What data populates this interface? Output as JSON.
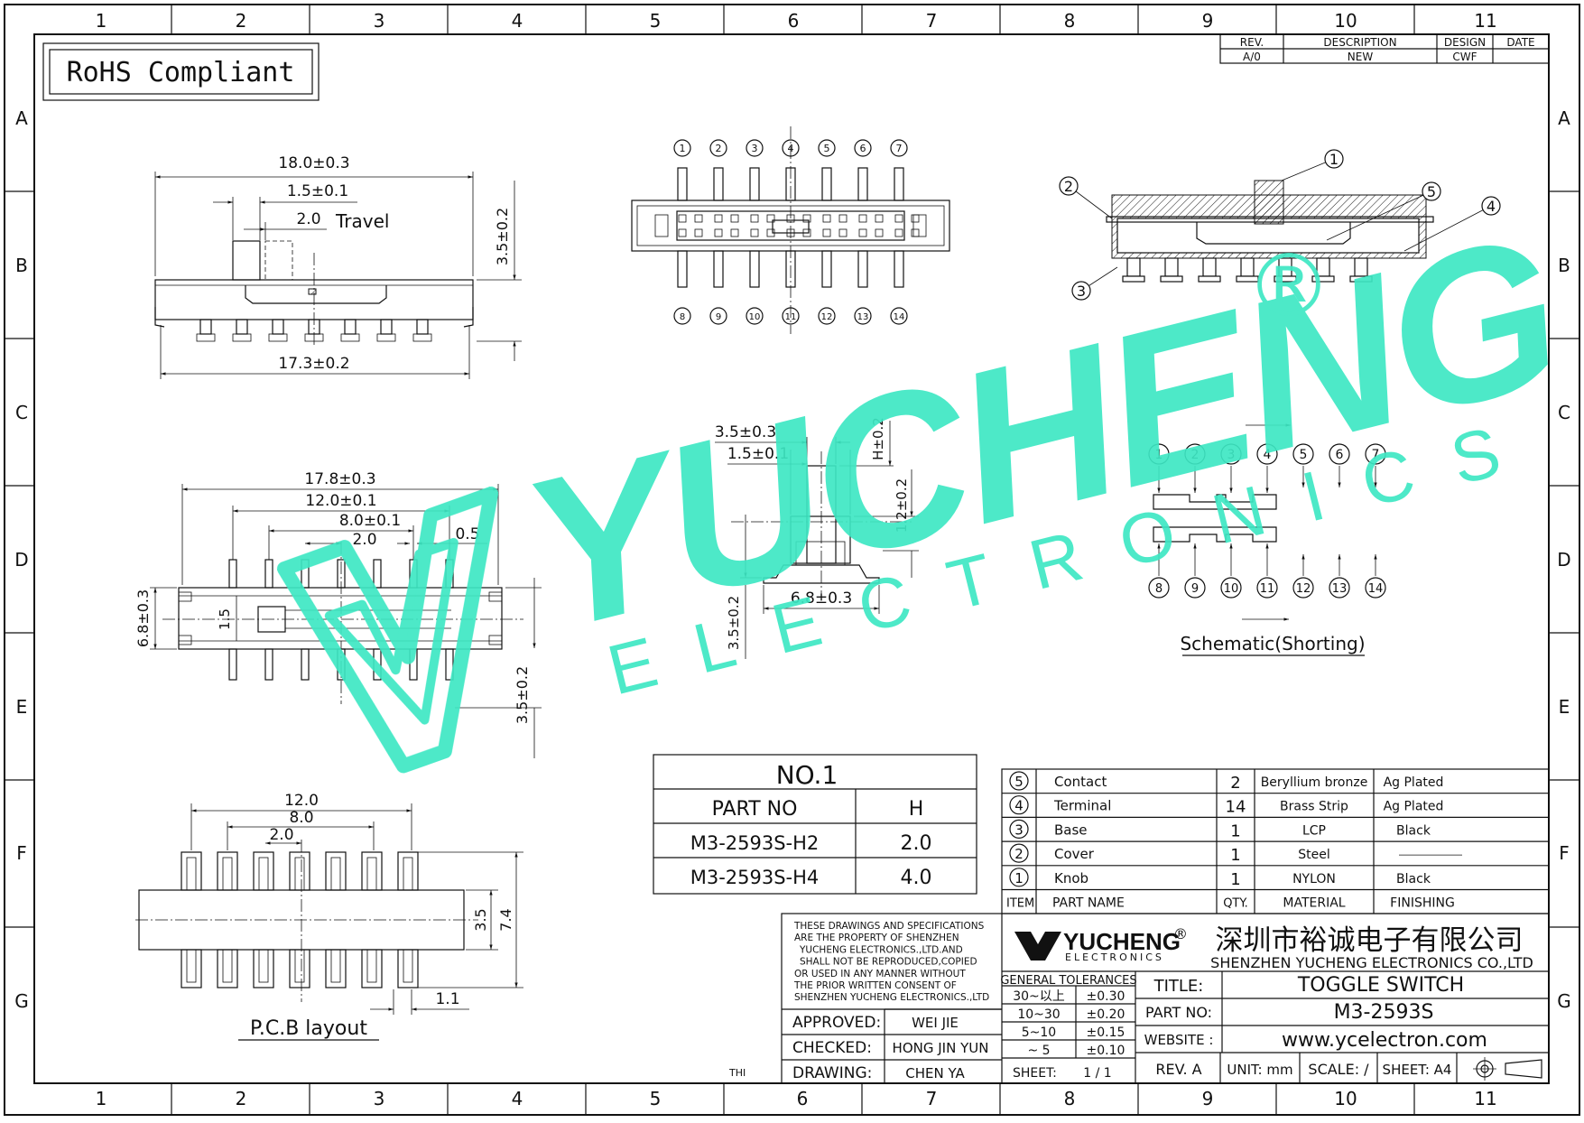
{
  "rohs": "RoHS Compliant",
  "grid": {
    "cols": [
      "1",
      "2",
      "3",
      "4",
      "5",
      "6",
      "7",
      "8",
      "9",
      "10",
      "11"
    ],
    "rows": [
      "A",
      "B",
      "C",
      "D",
      "E",
      "F",
      "G"
    ]
  },
  "revision": {
    "headers": [
      "REV.",
      "DESCRIPTION",
      "DESIGN",
      "DATE"
    ],
    "row": [
      "A/0",
      "NEW",
      "CWF",
      ""
    ]
  },
  "watermark": {
    "brand": "YUCHENG",
    "sub": "ELECTRONICS",
    "reg": "®"
  },
  "side_view": {
    "overall": "18.0±0.3",
    "knob": "1.5±0.1",
    "travel_val": "2.0",
    "travel_label": "Travel",
    "height": "3.5±0.2",
    "base": "17.3±0.2"
  },
  "top_view": {
    "top_pins": [
      "1",
      "2",
      "3",
      "4",
      "5",
      "6",
      "7"
    ],
    "bottom_pins": [
      "8",
      "9",
      "10",
      "11",
      "12",
      "13",
      "14"
    ]
  },
  "section_view": {
    "callouts": [
      "1",
      "2",
      "3",
      "4",
      "5"
    ]
  },
  "front_view": {
    "overall": "17.8±0.3",
    "pitch12": "12.0±0.1",
    "pitch8": "8.0±0.1",
    "pitch2": "2.0",
    "pin_w": "0.5",
    "width": "6.8±0.3",
    "slot": "1.5",
    "lead": "3.5±0.2"
  },
  "end_view": {
    "knob_w": "3.5±0.3",
    "knob_t": "1.5±0.1",
    "h": "H±0.2",
    "step": "1.2±0.2",
    "base_w": "6.8±0.3",
    "height": "3.5±0.2"
  },
  "schematic": {
    "top_pins": [
      "1",
      "2",
      "3",
      "4",
      "5",
      "6",
      "7"
    ],
    "bottom_pins": [
      "8",
      "9",
      "10",
      "11",
      "12",
      "13",
      "14"
    ],
    "caption": "Schematic(Shorting)"
  },
  "pcb": {
    "w12": "12.0",
    "w8": "8.0",
    "w2": "2.0",
    "h35": "3.5",
    "h74": "7.4",
    "pad": "1.1",
    "caption": "P.C.B  layout"
  },
  "variant_table": {
    "title": "NO.1",
    "headers": [
      "PART  NO",
      "H"
    ],
    "rows": [
      [
        "M3-2593S-H2",
        "2.0"
      ],
      [
        "M3-2593S-H4",
        "4.0"
      ]
    ]
  },
  "bom": {
    "rows": [
      {
        "item": "5",
        "name": "Contact",
        "qty": "2",
        "material": "Beryllium  bronze",
        "finish": "Ag  Plated"
      },
      {
        "item": "4",
        "name": "Terminal",
        "qty": "14",
        "material": "Brass  Strip",
        "finish": "Ag  Plated"
      },
      {
        "item": "3",
        "name": "Base",
        "qty": "1",
        "material": "LCP",
        "finish": "Black"
      },
      {
        "item": "2",
        "name": "Cover",
        "qty": "1",
        "material": "Steel",
        "finish": ""
      },
      {
        "item": "1",
        "name": "Knob",
        "qty": "1",
        "material": "NYLON",
        "finish": "Black"
      }
    ],
    "headers": {
      "item": "ITEM",
      "name": "PART  NAME",
      "qty": "QTY.",
      "material": "MATERIAL",
      "finish": "FINISHING"
    }
  },
  "title_block": {
    "notice": [
      "THESE DRAWINGS AND SPECIFICATIONS",
      "ARE THE PROPERTY OF SHENZHEN",
      "YUCHENG ELECTRONICS.,LTD.AND",
      "SHALL NOT BE REPRODUCED,COPIED",
      "OR USED IN ANY MANNER WITHOUT",
      "THE PRIOR WRITTEN CONSENT OF",
      "SHENZHEN YUCHENG ELECTRONICS.,LTD"
    ],
    "logo_main": "YUCHENG",
    "logo_sub": "ELECTRONICS",
    "logo_reg": "®",
    "company_cn": "深圳市裕诚电子有限公司",
    "company_en": "SHENZHEN YUCHENG ELECTRONICS CO.,LTD",
    "approved_label": "APPROVED:",
    "approved": "WEI JIE",
    "checked_label": "CHECKED:",
    "checked": "HONG JIN YUN",
    "drawing_label": "DRAWING:",
    "drawing": "CHEN YA",
    "tolerance_title": "GENERAL  TOLERANCES",
    "tolerances": [
      [
        "30~以上",
        "±0.30"
      ],
      [
        "10~30",
        "±0.20"
      ],
      [
        "5~10",
        "±0.15"
      ],
      [
        "~ 5",
        "±0.10"
      ]
    ],
    "sheet_label": "SHEET:",
    "sheet": "1 / 1",
    "title_label": "TITLE:",
    "title": "TOGGLE  SWITCH",
    "part_label": "PART NO:",
    "part_no": "M3-2593S",
    "website_label": "WEBSITE :",
    "website": "www.ycelectron.com",
    "rev": "REV. A",
    "unit": "UNIT: mm",
    "scale": "SCALE: /",
    "size": "SHEET: A4",
    "thi": "THI"
  }
}
